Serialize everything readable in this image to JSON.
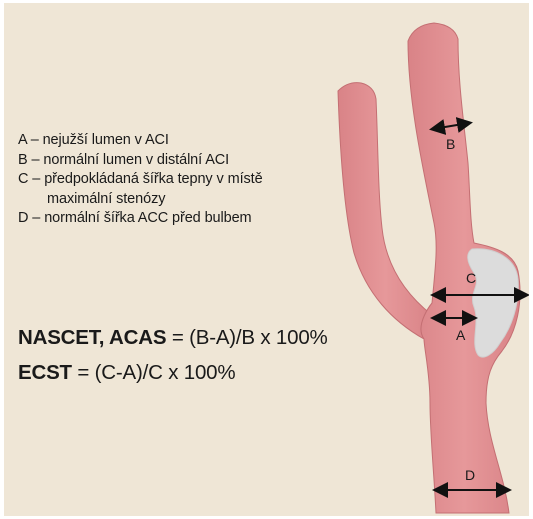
{
  "legend": [
    {
      "key": "A",
      "text": "A – nejužší lumen v ACI"
    },
    {
      "key": "B",
      "text": "B – normální lumen v distální ACI"
    },
    {
      "key": "C",
      "text": "C – předpokládaná šířka tepny v místě"
    },
    {
      "key": "C2",
      "text": "maximální stenózy"
    },
    {
      "key": "D",
      "text": "D – normální šířka ACC před bulbem"
    }
  ],
  "formula1": {
    "name": "NASCET,  ACAS",
    "expr": " = (B-A)/B x 100%"
  },
  "formula2": {
    "name": "ECST",
    "expr": " = (C-A)/C x 100%"
  },
  "labels": {
    "A": "A",
    "B": "B",
    "C": "C",
    "D": "D"
  },
  "colors": {
    "background": "#efe6d6",
    "vessel": "#e19092",
    "vessel_edge": "#c46f73",
    "plaque": "#dcdcdc",
    "arrow": "#111111"
  }
}
